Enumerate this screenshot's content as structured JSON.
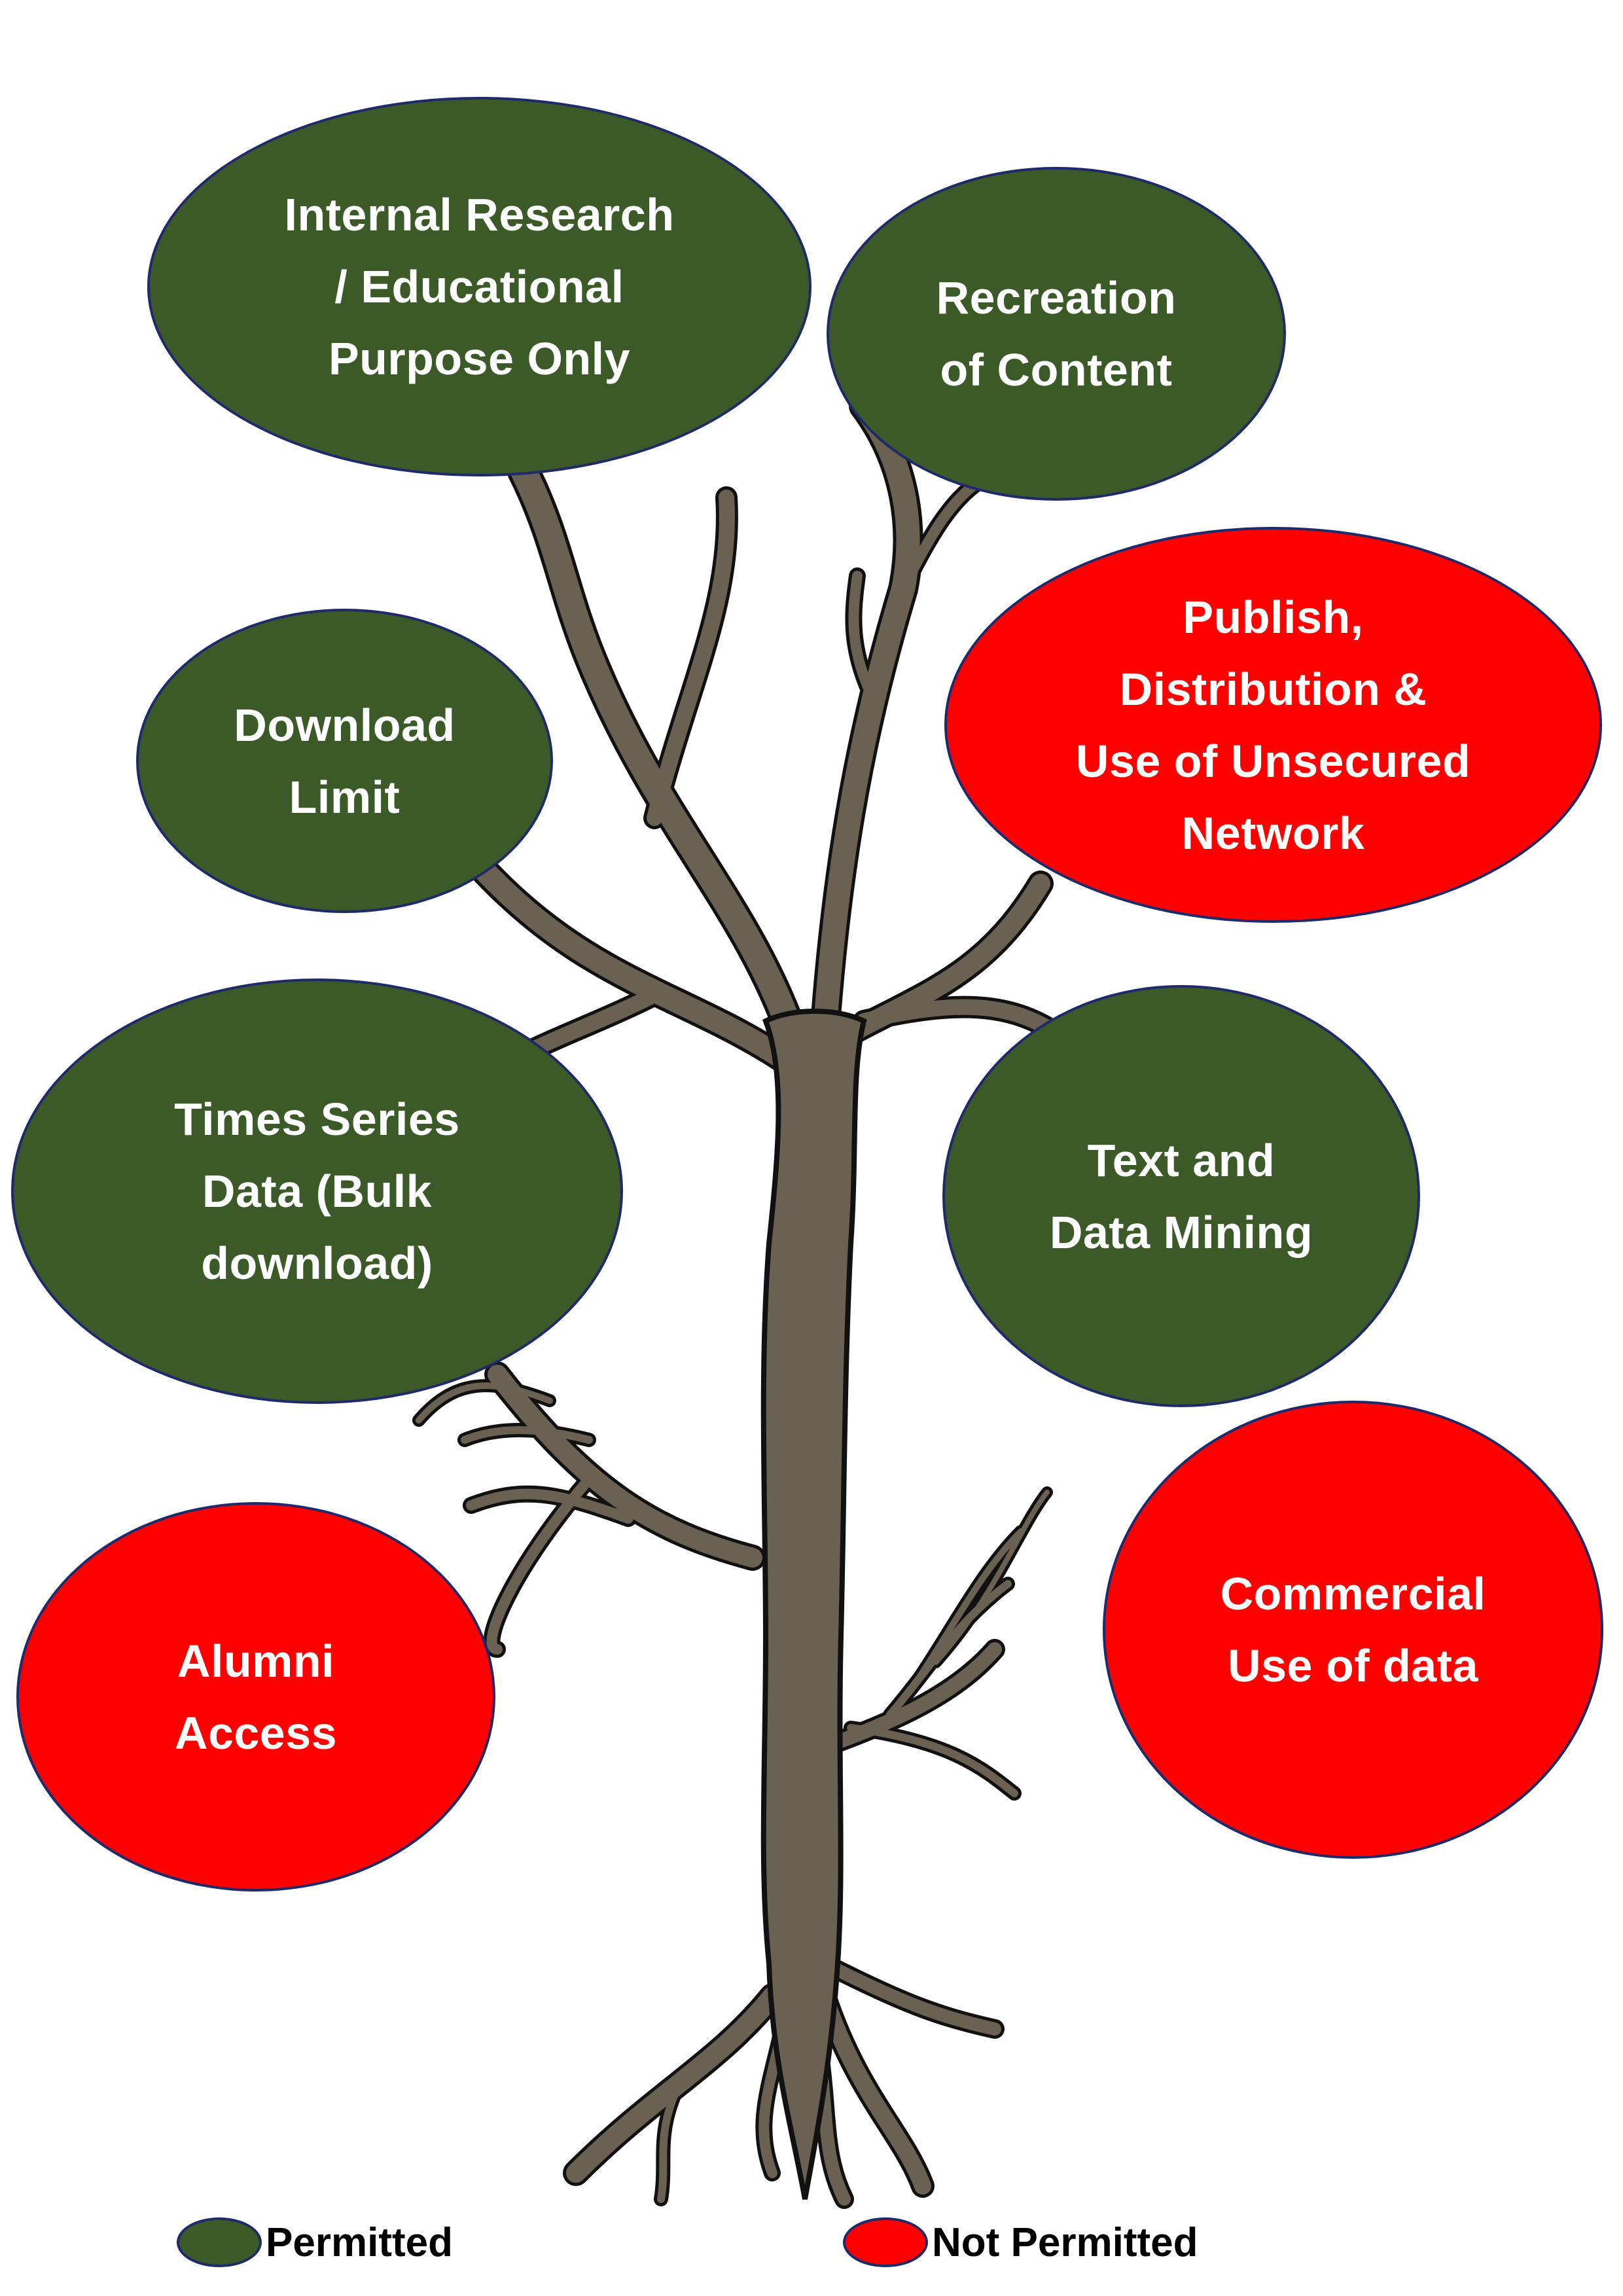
{
  "colors": {
    "permitted": "#3c5a28",
    "not_permitted": "#ff0000",
    "bubble_border": "#1f2a6b",
    "trunk": "#6b6153",
    "trunk_outline": "#111111"
  },
  "bubbles": {
    "internal_research": {
      "text": "Internal Research\n/ Educational\nPurpose Only",
      "status": "permitted"
    },
    "recreation": {
      "text": "Recreation\nof Content",
      "status": "permitted"
    },
    "download_limit": {
      "text": "Download\nLimit",
      "status": "permitted"
    },
    "publish": {
      "text": "Publish,\nDistribution &\nUse of Unsecured\nNetwork",
      "status": "not_permitted"
    },
    "time_series": {
      "text": "Times Series\nData (Bulk\ndownload)",
      "status": "permitted"
    },
    "text_mining": {
      "text": "Text and\nData Mining",
      "status": "permitted"
    },
    "alumni": {
      "text": "Alumni\nAccess",
      "status": "not_permitted"
    },
    "commercial": {
      "text": "Commercial\nUse of data",
      "status": "not_permitted"
    }
  },
  "legend": {
    "permitted_label": "Permitted",
    "not_permitted_label": "Not Permitted"
  }
}
